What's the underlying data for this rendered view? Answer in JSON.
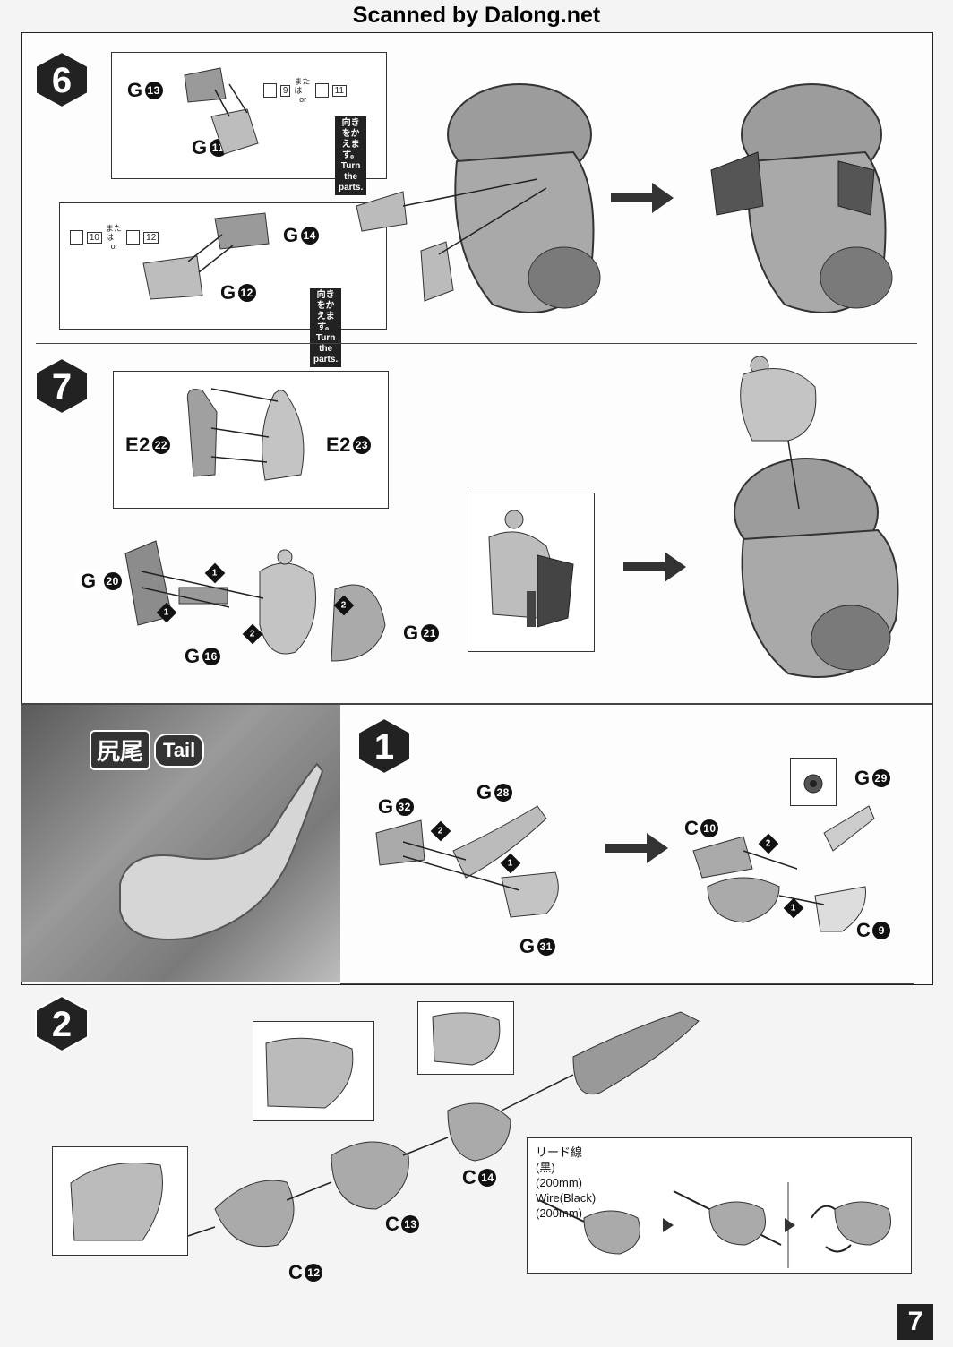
{
  "header": {
    "scanner_credit": "Scanned by Dalong.net"
  },
  "steps": {
    "step6": {
      "number": "6",
      "parts_top": {
        "a": {
          "code": "G",
          "num": "13"
        },
        "b": {
          "code": "G",
          "num": "11"
        }
      },
      "parts_bottom": {
        "a": {
          "code": "G",
          "num": "14"
        },
        "b": {
          "code": "G",
          "num": "12"
        }
      },
      "or_top": {
        "first": "9",
        "second": "11",
        "jp_or": "または",
        "en_or": "or"
      },
      "or_bottom": {
        "first": "10",
        "second": "12",
        "jp_or": "または",
        "en_or": "or"
      },
      "turn_note_jp": "向きをかえます。",
      "turn_note_en": "Turn the parts."
    },
    "step7": {
      "number": "7",
      "parts": {
        "e2_22": {
          "code": "E2",
          "num": "22"
        },
        "e2_23": {
          "code": "E2",
          "num": "23"
        },
        "g20": {
          "code": "G",
          "num": "20"
        },
        "g16": {
          "code": "G",
          "num": "16"
        },
        "g21": {
          "code": "G",
          "num": "21"
        }
      }
    },
    "tail": {
      "title_jp": "尻尾",
      "title_en": "Tail"
    },
    "tail_step1": {
      "number": "1",
      "parts": {
        "g32": {
          "code": "G",
          "num": "32"
        },
        "g28": {
          "code": "G",
          "num": "28"
        },
        "g31": {
          "code": "G",
          "num": "31"
        },
        "c10": {
          "code": "C",
          "num": "10"
        },
        "g29": {
          "code": "G",
          "num": "29"
        },
        "c9": {
          "code": "C",
          "num": "9"
        }
      }
    },
    "tail_step2": {
      "number": "2",
      "parts": {
        "c14": {
          "code": "C",
          "num": "14"
        },
        "c13": {
          "code": "C",
          "num": "13"
        },
        "c12": {
          "code": "C",
          "num": "12"
        }
      },
      "wire_jp": "リード線(黒)(200mm)",
      "wire_en": "Wire(Black) (200mm)"
    }
  },
  "sequence_markers": {
    "one": "1",
    "two": "2"
  },
  "page_number": "7"
}
